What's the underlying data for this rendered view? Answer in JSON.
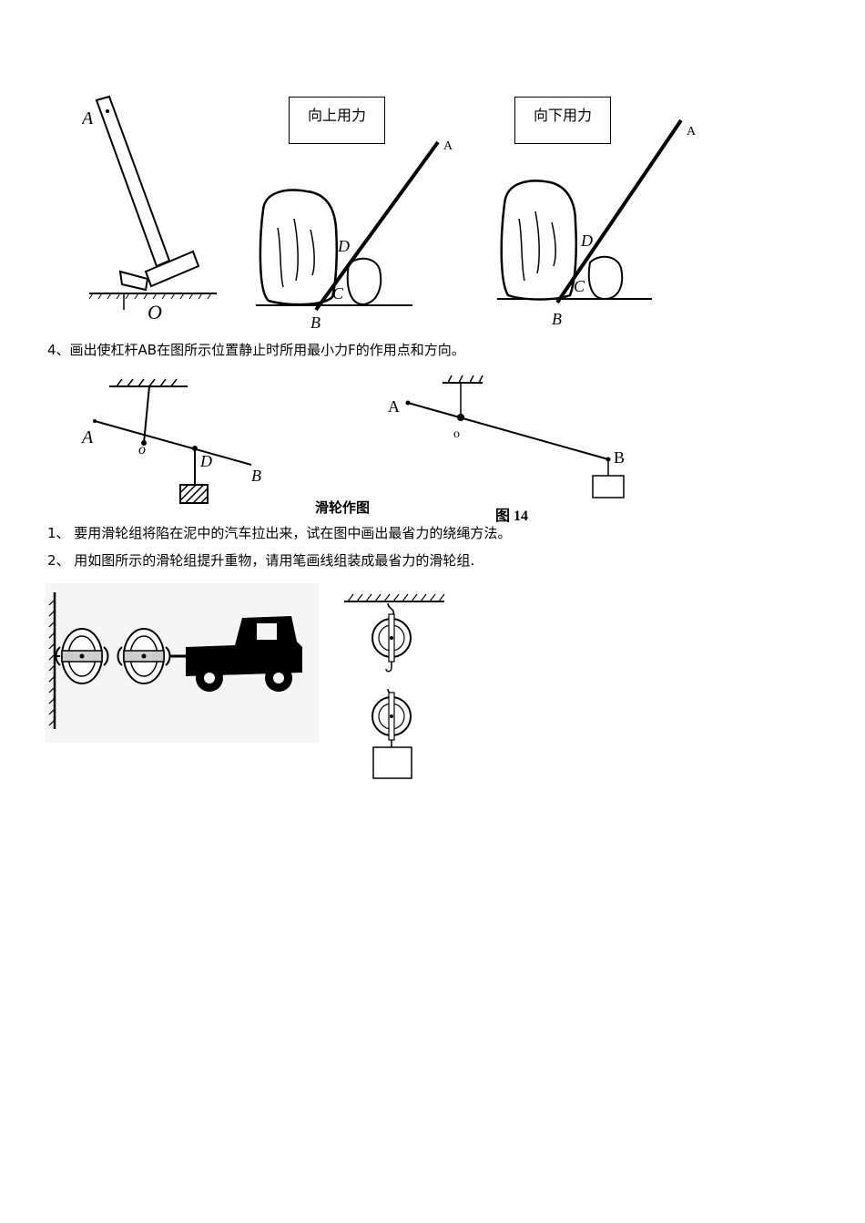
{
  "figures_top": {
    "hammer": {
      "label_a": "A",
      "label_o": "O"
    },
    "rock_up": {
      "box_label": "向上用力",
      "label_a": "A",
      "label_b": "B",
      "label_c": "C",
      "label_d": "D"
    },
    "rock_down": {
      "box_label": "向下用力",
      "label_a": "A",
      "label_b": "B",
      "label_c": "C",
      "label_d": "D"
    }
  },
  "question_4": "4、画出使杠杆AB在图所示位置静止时所用最小力F的作用点和方向。",
  "lever_left": {
    "label_a": "A",
    "label_o": "o",
    "label_d": "D",
    "label_b": "B"
  },
  "lever_right": {
    "label_a": "A",
    "label_o": "o",
    "label_b": "B"
  },
  "section_title": "滑轮作图",
  "figure_caption": "图 14",
  "question_1": "1、 要用滑轮组将陷在泥中的汽车拉出来，试在图中画出最省力的绕绳方法。",
  "question_2": "2、 用如图所示的滑轮组提升重物，请用笔画线组装成最省力的滑轮组."
}
